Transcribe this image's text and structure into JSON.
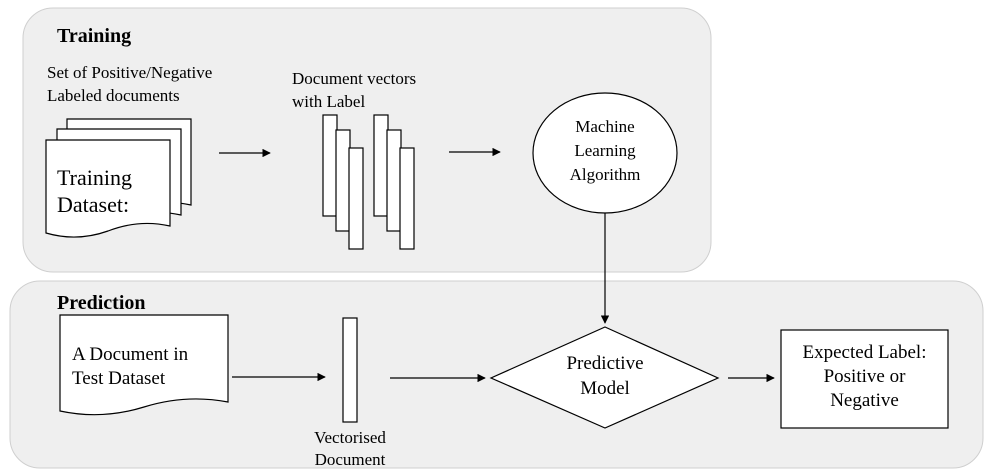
{
  "training": {
    "title": "Training",
    "docs_label_line1": "Set of Positive/Negative",
    "docs_label_line2": "Labeled documents",
    "dataset_line1": "Training",
    "dataset_line2": "Dataset:",
    "vectors_label_line1": "Document vectors",
    "vectors_label_line2": "with Label",
    "algorithm_line1": "Machine",
    "algorithm_line2": "Learning",
    "algorithm_line3": "Algorithm"
  },
  "prediction": {
    "title": "Prediction",
    "doc_line1": "A Document in",
    "doc_line2": "Test Dataset",
    "vector_label_line1": "Vectorised",
    "vector_label_line2": "Document",
    "model_line1": "Predictive",
    "model_line2": "Model",
    "output_line1": "Expected Label:",
    "output_line2": "Positive or",
    "output_line3": "Negative"
  },
  "colors": {
    "panel_fill": "#efefef",
    "panel_stroke": "#cfcfcf",
    "ink": "#000000"
  }
}
